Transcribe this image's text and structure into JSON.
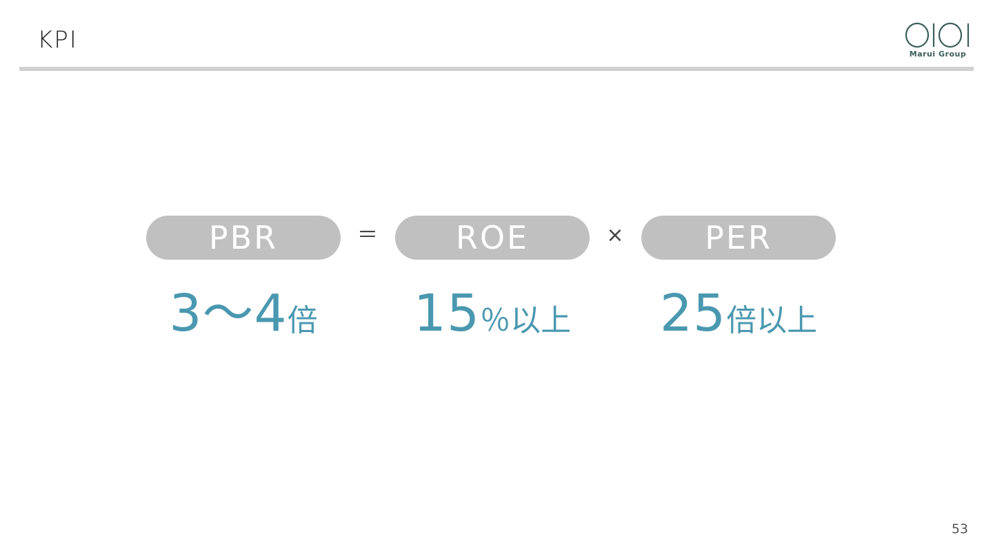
{
  "header": {
    "title": "KPI",
    "logo_text": "Marui Group",
    "brand_color": "#3a5e5a"
  },
  "formula": {
    "terms": [
      {
        "label": "PBR",
        "value_main": "3～4",
        "value_suffix": "倍"
      },
      {
        "label": "ROE",
        "value_main": "15",
        "value_suffix": "％以上"
      },
      {
        "label": "PER",
        "value_main": "25",
        "value_suffix": "倍以上"
      }
    ],
    "operators": [
      "＝",
      "×"
    ],
    "pill_color": "#c0c0c0",
    "value_color": "#4a98b0"
  },
  "footer": {
    "page_number": "53"
  }
}
